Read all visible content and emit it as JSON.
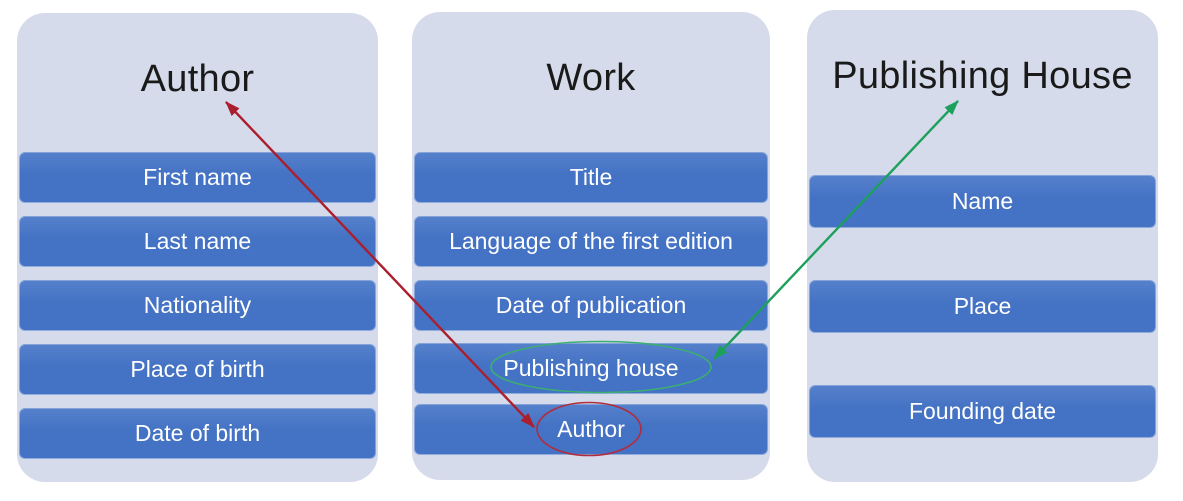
{
  "diagram": {
    "entities": [
      {
        "title": "Author",
        "fields": [
          "First name",
          "Last name",
          "Nationality",
          "Place of birth",
          "Date of birth"
        ]
      },
      {
        "title": "Work",
        "fields": [
          "Title",
          "Language of the first edition",
          "Date of publication",
          "Publishing house",
          "Author"
        ]
      },
      {
        "title": "Publishing House",
        "fields": [
          "Name",
          "Place",
          "Founding date"
        ]
      }
    ],
    "colors": {
      "entity_bg": "#d5dbea",
      "field_bg": "#4472c4",
      "field_text": "#ffffff",
      "title_text": "#1a1a1a",
      "red_arrow": "#ab1e2e",
      "red_ellipse": "#b02d3e",
      "green_arrow": "#1da05c",
      "green_ellipse": "#3cae74"
    },
    "annotations": [
      {
        "type": "double-headed-arrow",
        "color": "#ab1e2e",
        "links": "Work field 'Author' ↔ entity title 'Author'"
      },
      {
        "type": "double-headed-arrow",
        "color": "#1da05c",
        "links": "Work field 'Publishing house' ↔ entity title 'Publishing House'"
      },
      {
        "type": "ellipse-highlight",
        "color": "#b02d3e",
        "around": "Work field 'Author'"
      },
      {
        "type": "ellipse-highlight",
        "color": "#3cae74",
        "around": "Work field 'Publishing house'"
      }
    ]
  }
}
